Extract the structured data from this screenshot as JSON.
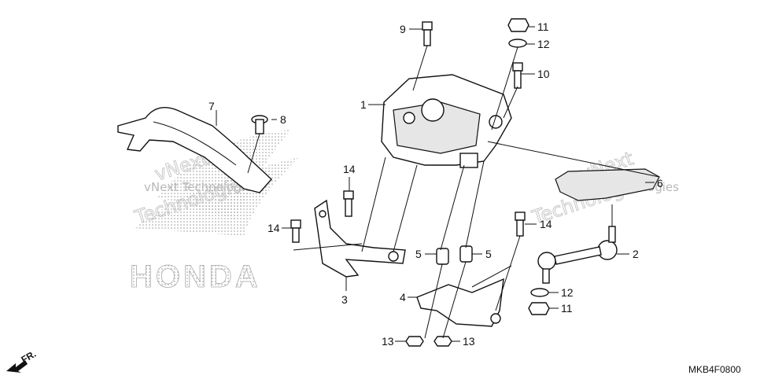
{
  "diagram": {
    "code": "MKB4F0800",
    "front_label": "FR.",
    "watermark_brand": "HONDA",
    "watermark_texts": [
      "vNext Technologies",
      "vNext",
      "Technologies"
    ],
    "callouts": [
      {
        "id": "c1",
        "label": "1"
      },
      {
        "id": "c2",
        "label": "2"
      },
      {
        "id": "c3",
        "label": "3"
      },
      {
        "id": "c4",
        "label": "4"
      },
      {
        "id": "c5a",
        "label": "5"
      },
      {
        "id": "c5b",
        "label": "5"
      },
      {
        "id": "c6",
        "label": "6"
      },
      {
        "id": "c7",
        "label": "7"
      },
      {
        "id": "c8",
        "label": "8"
      },
      {
        "id": "c9",
        "label": "9"
      },
      {
        "id": "c10",
        "label": "10"
      },
      {
        "id": "c11a",
        "label": "11"
      },
      {
        "id": "c11b",
        "label": "11"
      },
      {
        "id": "c12a",
        "label": "12"
      },
      {
        "id": "c12b",
        "label": "12"
      },
      {
        "id": "c13a",
        "label": "13"
      },
      {
        "id": "c13b",
        "label": "13"
      },
      {
        "id": "c14a",
        "label": "14"
      },
      {
        "id": "c14b",
        "label": "14"
      },
      {
        "id": "c14c",
        "label": "14"
      }
    ]
  }
}
